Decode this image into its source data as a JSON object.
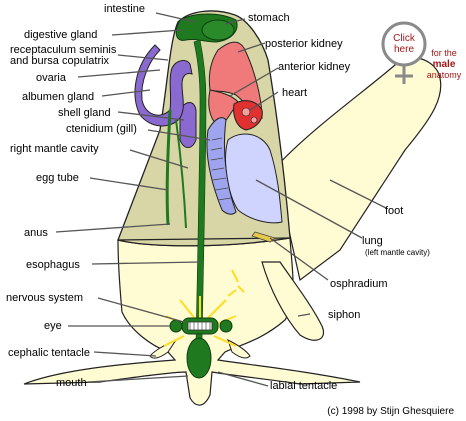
{
  "labels": {
    "intestine": "intestine",
    "stomach": "stomach",
    "digestive_gland": "digestive gland",
    "receptaculum_1": "receptaculum seminis",
    "receptaculum_2": "and bursa copulatrix",
    "posterior_kidney": "posterior kidney",
    "ovaria": "ovaria",
    "anterior_kidney": "anterior kidney",
    "albumen_gland": "albumen gland",
    "heart": "heart",
    "shell_gland": "shell gland",
    "ctenidium": "ctenidium (gill)",
    "right_mantle_cavity": "right mantle cavity",
    "egg_tube": "egg tube",
    "foot": "foot",
    "anus": "anus",
    "lung": "lung",
    "lung_note": "(left mantle cavity)",
    "esophagus": "esophagus",
    "osphradium": "osphradium",
    "nervous_system": "nervous system",
    "siphon": "siphon",
    "eye": "eye",
    "cephalic_tentacle": "cephalic tentacle",
    "mouth": "mouth",
    "labial_tentacle": "labial tentacle"
  },
  "male_link": {
    "circle_line1": "Click",
    "circle_line2": "here",
    "line1": "for the",
    "line2": "male",
    "line3": "anatomy"
  },
  "copyright": "(c) 1998 by Stijn Ghesquiere",
  "colors": {
    "body_fill": "#fffbd2",
    "visceral_fill": "#d8d6a6",
    "gut_green": "#1f7a1f",
    "kidney_pink": "#f07a7a",
    "heart_red": "#e03030",
    "gland_purple": "#8a6ad0",
    "lung_blue": "#cfd4ff",
    "gill_blue": "#9fa4ee",
    "ganglia_yellow": "#ffee30",
    "link_red": "#a01818"
  }
}
